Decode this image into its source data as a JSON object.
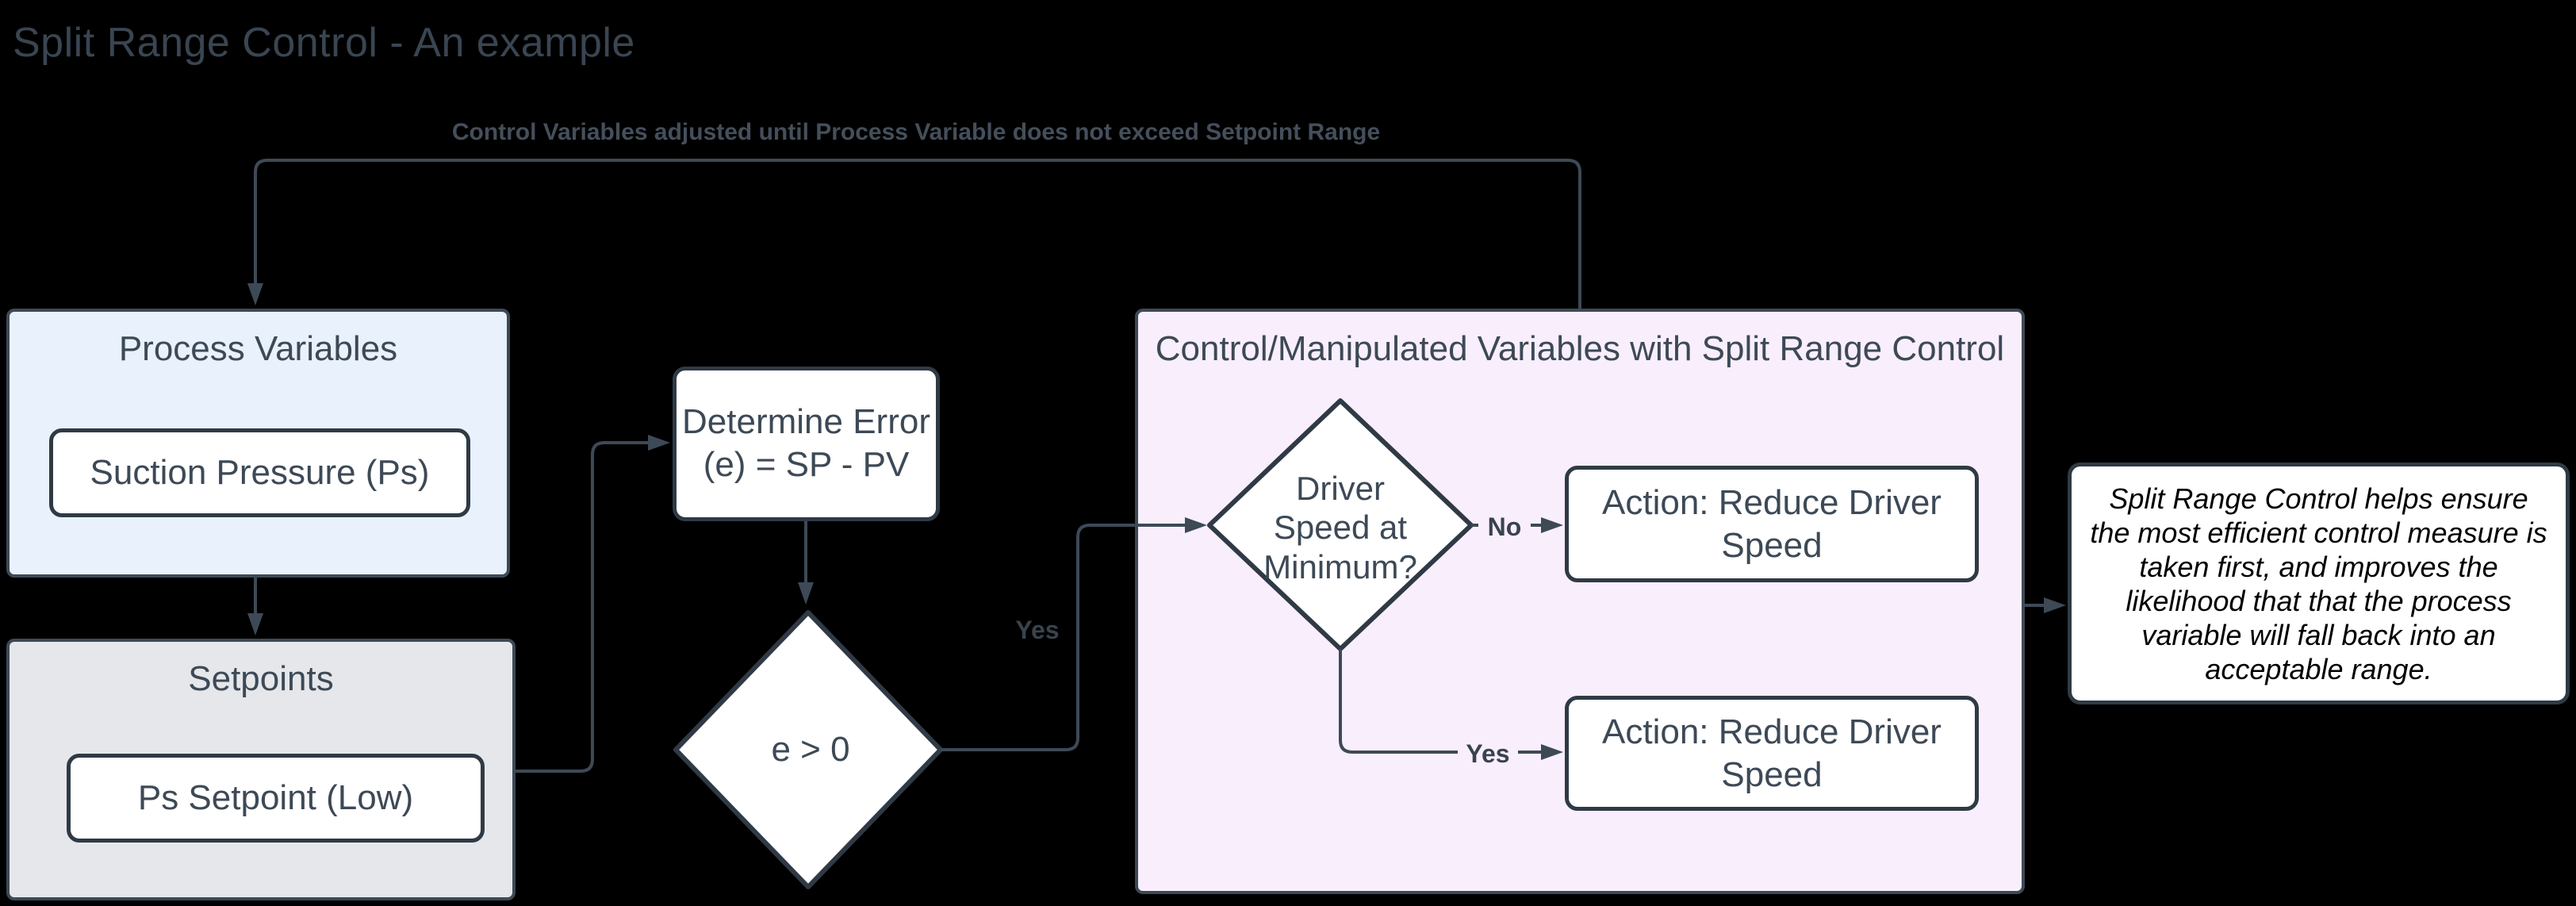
{
  "title": "Split Range Control - An example",
  "caption": "Control Variables adjusted until Process Variable does not exceed Setpoint Range",
  "process_variables": {
    "label": "Process Variables",
    "item": "Suction Pressure (Ps)"
  },
  "setpoints": {
    "label": "Setpoints",
    "item": "Ps Setpoint (Low)"
  },
  "determine_error": {
    "line1": "Determine Error",
    "line2": "(e) = SP - PV"
  },
  "error_decision": {
    "label": "e > 0"
  },
  "control_variables": {
    "label": "Control/Manipulated Variables with Split Range Control",
    "decision": {
      "line1": "Driver",
      "line2": "Speed at",
      "line3": "Minimum?"
    },
    "action_no": "Action: Reduce Driver Speed",
    "action_yes": "Action: Reduce Driver Speed"
  },
  "labels": {
    "yes_upper": "Yes",
    "no": "No",
    "yes_lower": "Yes"
  },
  "annotation": "Split Range Control helps ensure the most efficient control measure is taken first, and improves the likelihood that that the process variable will fall back into an acceptable range.",
  "colors": {
    "background": "#000000",
    "wire": "#3e4956",
    "node_border": "#2f3a45",
    "text": "#3d4956",
    "process_variables_fill": "#e8f1fc",
    "setpoints_fill": "#e5e7ea",
    "control_variables_fill": "#f9eefc",
    "node_fill": "#ffffff"
  }
}
